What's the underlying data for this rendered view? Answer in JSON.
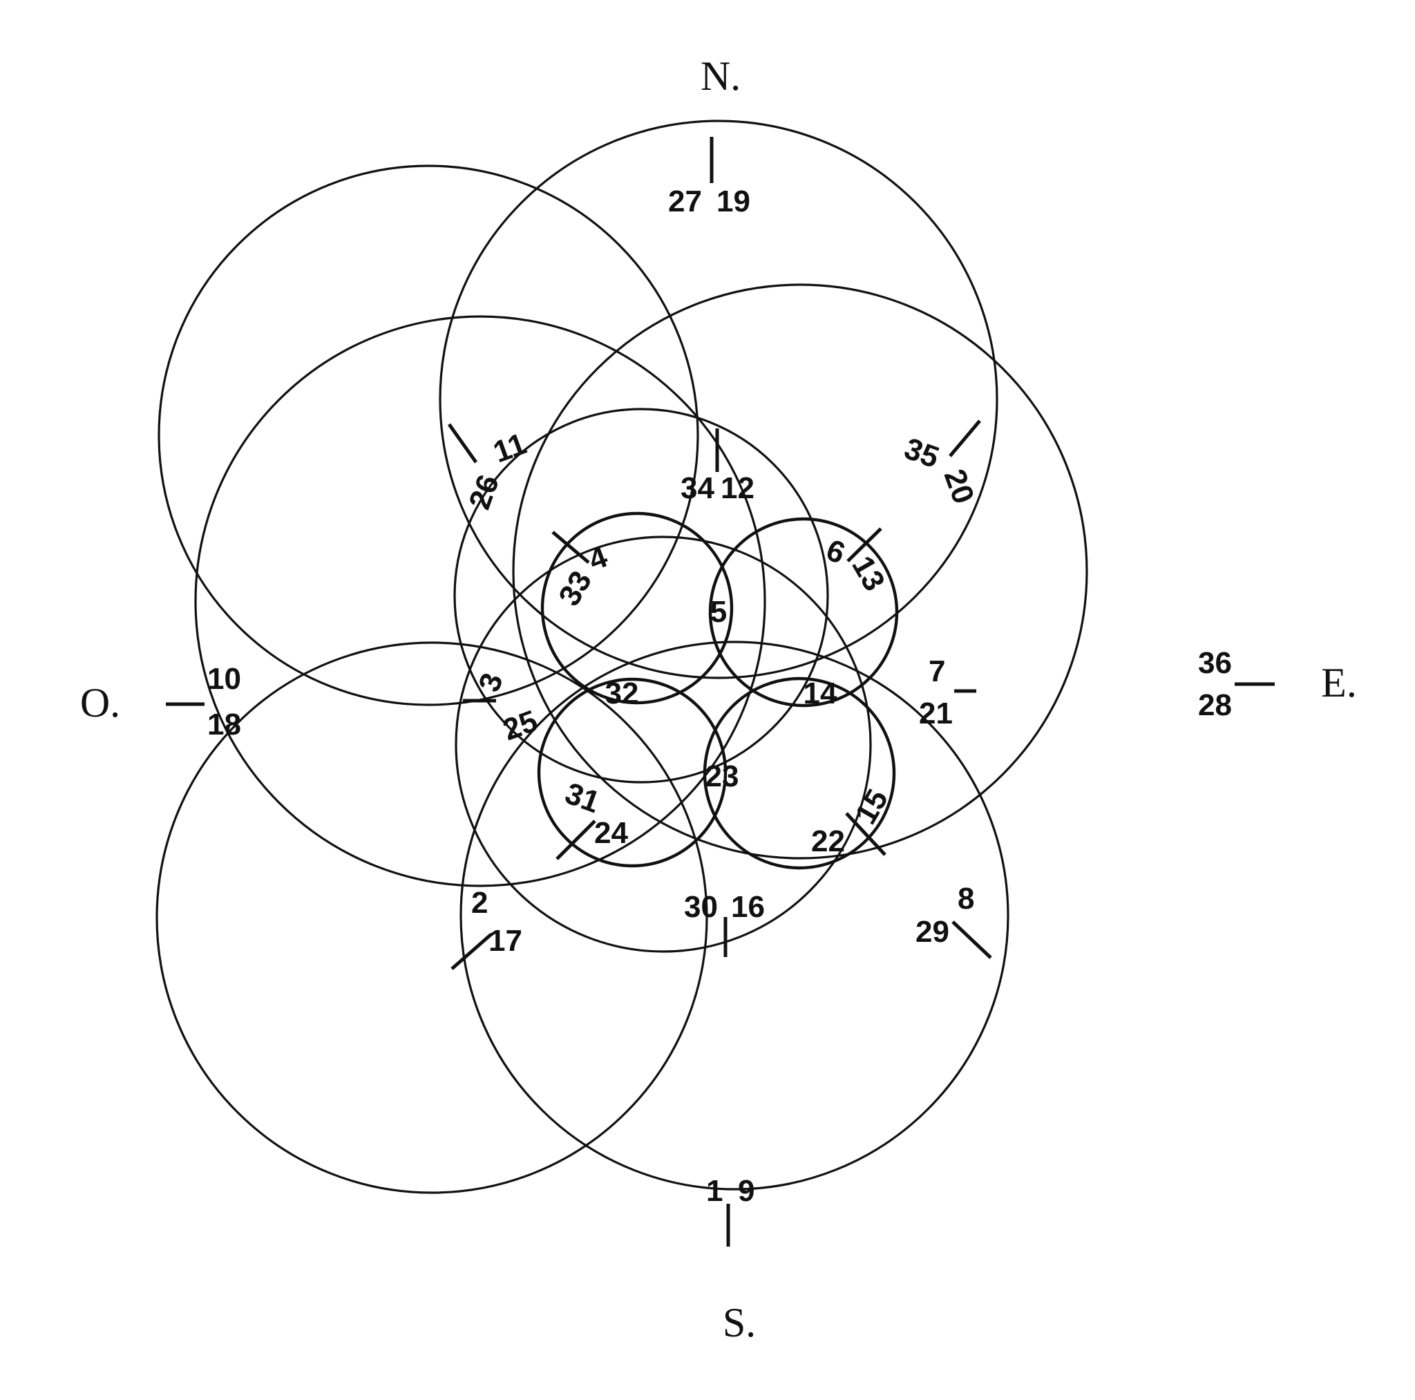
{
  "compass": {
    "north": "N.",
    "south": "S.",
    "east": "E.",
    "west": "O."
  },
  "labels": {
    "n1": "1",
    "n2": "2",
    "n3": "3",
    "n4": "4",
    "n5": "5",
    "n6": "6",
    "n7": "7",
    "n8": "8",
    "n9": "9",
    "n10": "10",
    "n11": "11",
    "n12": "12",
    "n13": "13",
    "n14": "14",
    "n15": "15",
    "n16": "16",
    "n17": "17",
    "n18": "18",
    "n19": "19",
    "n20": "20",
    "n21": "21",
    "n22": "22",
    "n23": "23",
    "n24": "24",
    "n25": "25",
    "n26": "26",
    "n27": "27",
    "n28": "28",
    "n29": "29",
    "n30": "30",
    "n31": "31",
    "n32": "32",
    "n33": "33",
    "n34": "34",
    "n35": "35",
    "n36": "36"
  }
}
